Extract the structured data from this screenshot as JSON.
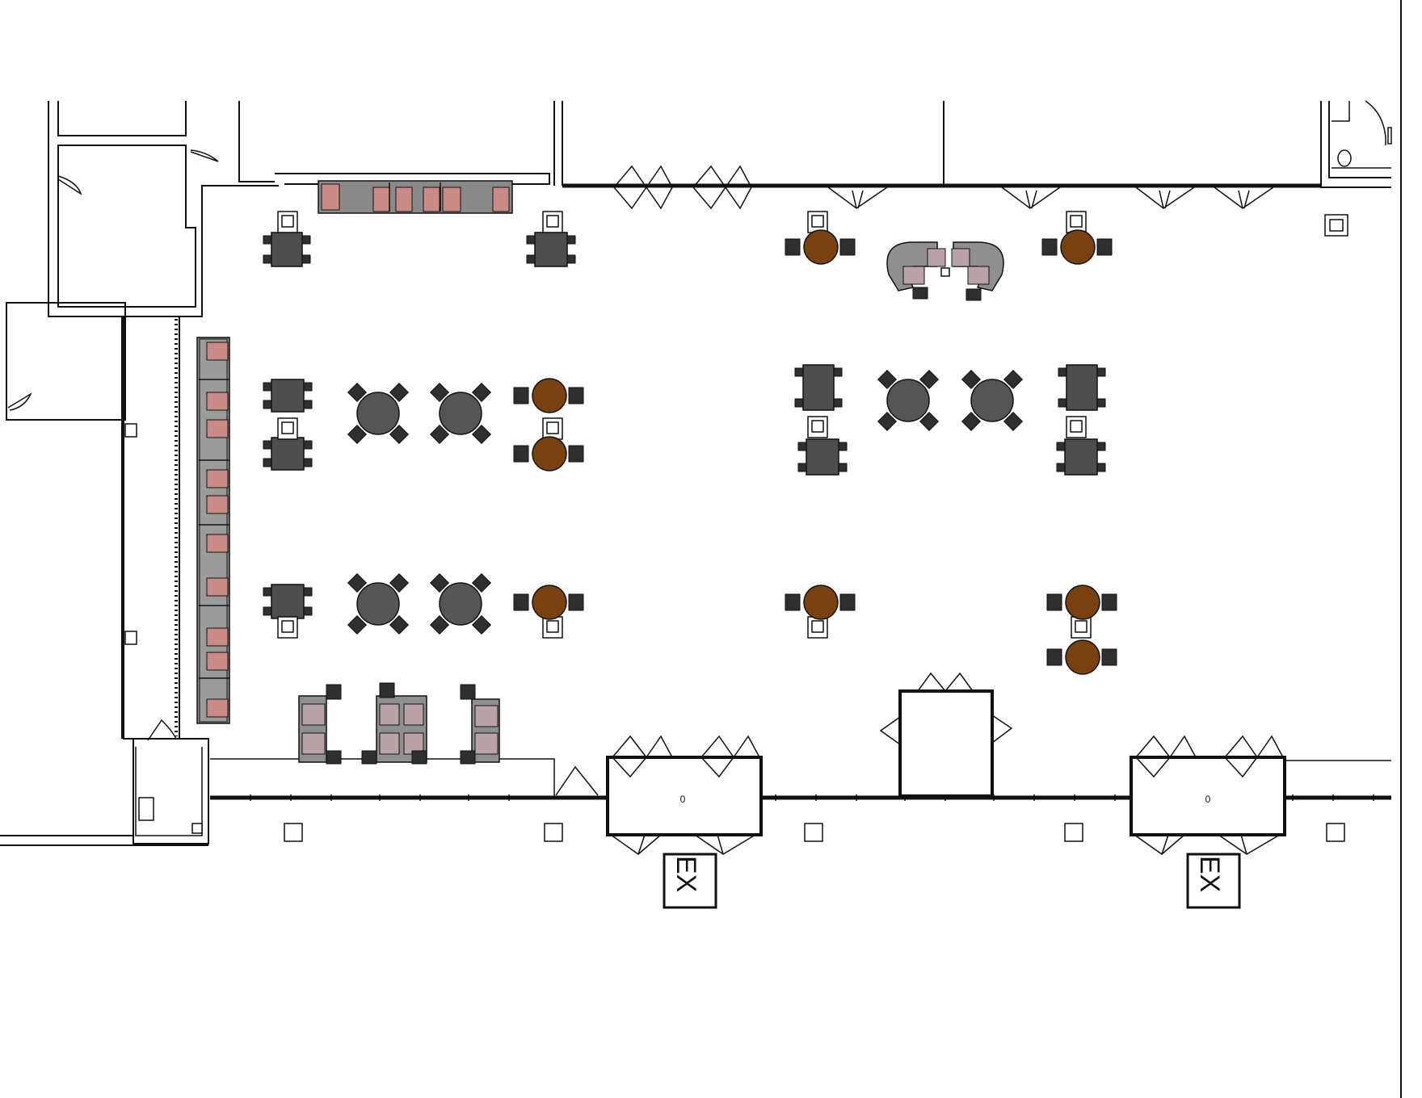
{
  "plan": {
    "exit_signs": [
      {
        "label": "EX"
      },
      {
        "label": "EX"
      }
    ],
    "door_marks": [
      {
        "label": "0"
      },
      {
        "label": "0"
      }
    ],
    "colors": {
      "wall": "#111111",
      "dark_table": "#4d4d4d",
      "round_table": "#555555",
      "brown_table": "#7a4110",
      "cushion": "#c98b86",
      "sofa": "#8a8a8a"
    }
  }
}
